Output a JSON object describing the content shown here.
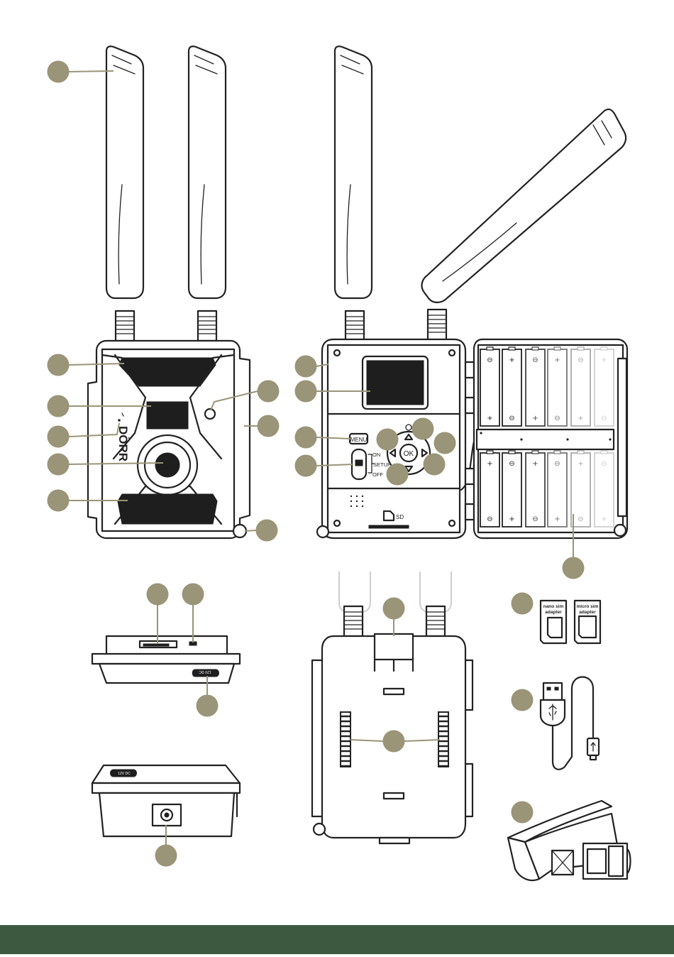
{
  "colors": {
    "callout": "#9a9478",
    "stroke": "#222222",
    "footer": "#3d5a40",
    "dark_fill": "#1e1e1e",
    "faint_stroke": "#cfcfcf"
  },
  "brand_logo": "DÖRR",
  "switch": {
    "on": "ON",
    "setup": "SETUP",
    "off": "OFF"
  },
  "buttons": {
    "menu": "MENU",
    "ok": "OK"
  },
  "sd_label": "SD",
  "ports": {
    "dc_label": "12V DC",
    "bottom_dc_label": "12V DC"
  },
  "battery_marks": {
    "plus": "+",
    "minus": "⊖"
  },
  "sim_adapters": {
    "nano_line1": "nano sim",
    "nano_line2": "adapter",
    "micro_line1": "micro sim",
    "micro_line2": "adapter"
  },
  "icons": {
    "usb": "usb-icon"
  }
}
